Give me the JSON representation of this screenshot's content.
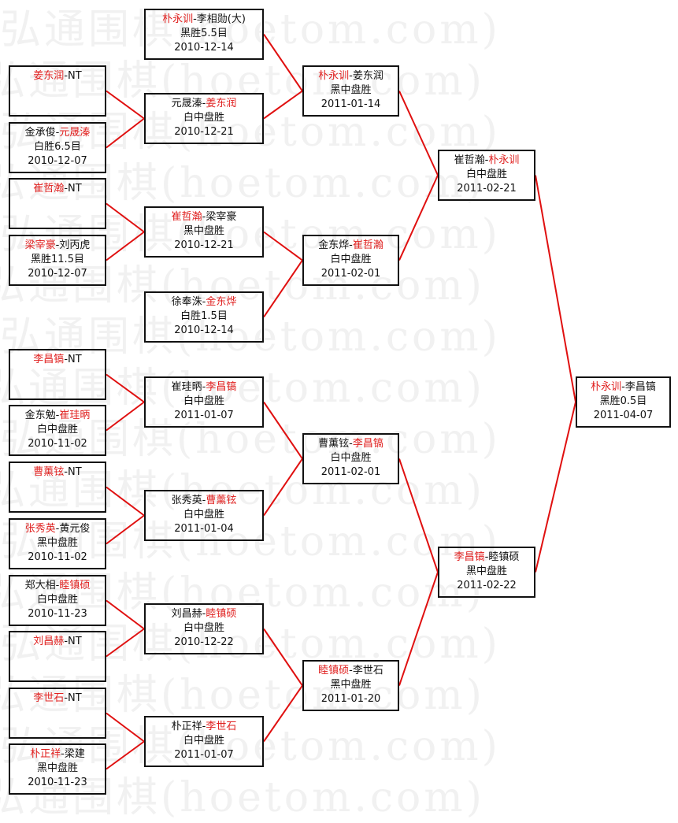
{
  "watermark": "弘通围棋(hoetom.com)",
  "colors": {
    "winner": "#e0201f",
    "line": "#e01010",
    "border": "#111111"
  },
  "rounds": [
    {
      "name": "round1",
      "matches": [
        {
          "p1": "姜东润",
          "p2": "NT",
          "winner": 1,
          "result": "",
          "date": ""
        },
        {
          "p1": "金承俊",
          "p2": "元晟溱",
          "winner": 2,
          "result": "白胜6.5目",
          "date": "2010-12-07"
        },
        {
          "p1": "崔哲瀚",
          "p2": "NT",
          "winner": 1,
          "result": "",
          "date": ""
        },
        {
          "p1": "梁宰豪",
          "p2": "刘丙虎",
          "winner": 1,
          "result": "黑胜11.5目",
          "date": "2010-12-07"
        },
        {
          "p1": "李昌镐",
          "p2": "NT",
          "winner": 1,
          "result": "",
          "date": ""
        },
        {
          "p1": "金东勉",
          "p2": "崔珪昞",
          "winner": 2,
          "result": "白中盘胜",
          "date": "2010-11-02"
        },
        {
          "p1": "曹薰铉",
          "p2": "NT",
          "winner": 1,
          "result": "",
          "date": ""
        },
        {
          "p1": "张秀英",
          "p2": "黄元俊",
          "winner": 1,
          "result": "黑中盘胜",
          "date": "2010-11-02"
        },
        {
          "p1": "郑大相",
          "p2": "睦镇硕",
          "winner": 2,
          "result": "白中盘胜",
          "date": "2010-11-23"
        },
        {
          "p1": "刘昌赫",
          "p2": "NT",
          "winner": 1,
          "result": "",
          "date": ""
        },
        {
          "p1": "李世石",
          "p2": "NT",
          "winner": 1,
          "result": "",
          "date": ""
        },
        {
          "p1": "朴正祥",
          "p2": "梁建",
          "winner": 1,
          "result": "黑中盘胜",
          "date": "2010-11-23"
        }
      ]
    },
    {
      "name": "round2",
      "matches": [
        {
          "p1": "朴永训",
          "p2": "李相勋(大)",
          "winner": 1,
          "result": "黑胜5.5目",
          "date": "2010-12-14"
        },
        {
          "p1": "元晟溱",
          "p2": "姜东润",
          "winner": 2,
          "result": "白中盘胜",
          "date": "2010-12-21"
        },
        {
          "p1": "崔哲瀚",
          "p2": "梁宰豪",
          "winner": 1,
          "result": "黑中盘胜",
          "date": "2010-12-21"
        },
        {
          "p1": "徐奉洙",
          "p2": "金东烨",
          "winner": 2,
          "result": "白胜1.5目",
          "date": "2010-12-14"
        },
        {
          "p1": "崔珪昞",
          "p2": "李昌镐",
          "winner": 2,
          "result": "白中盘胜",
          "date": "2011-01-07"
        },
        {
          "p1": "张秀英",
          "p2": "曹薰铉",
          "winner": 2,
          "result": "白中盘胜",
          "date": "2011-01-04"
        },
        {
          "p1": "刘昌赫",
          "p2": "睦镇硕",
          "winner": 2,
          "result": "白中盘胜",
          "date": "2010-12-22"
        },
        {
          "p1": "朴正祥",
          "p2": "李世石",
          "winner": 2,
          "result": "白中盘胜",
          "date": "2011-01-07"
        }
      ]
    },
    {
      "name": "round3",
      "matches": [
        {
          "p1": "朴永训",
          "p2": "姜东润",
          "winner": 1,
          "result": "黑中盘胜",
          "date": "2011-01-14"
        },
        {
          "p1": "金东烨",
          "p2": "崔哲瀚",
          "winner": 2,
          "result": "白中盘胜",
          "date": "2011-02-01"
        },
        {
          "p1": "曹薰铉",
          "p2": "李昌镐",
          "winner": 2,
          "result": "白中盘胜",
          "date": "2011-02-01"
        },
        {
          "p1": "睦镇硕",
          "p2": "李世石",
          "winner": 1,
          "result": "黑中盘胜",
          "date": "2011-01-20"
        }
      ]
    },
    {
      "name": "semifinal",
      "matches": [
        {
          "p1": "崔哲瀚",
          "p2": "朴永训",
          "winner": 2,
          "result": "白中盘胜",
          "date": "2011-02-21"
        },
        {
          "p1": "李昌镐",
          "p2": "睦镇硕",
          "winner": 1,
          "result": "黑中盘胜",
          "date": "2011-02-22"
        }
      ]
    },
    {
      "name": "final",
      "matches": [
        {
          "p1": "朴永训",
          "p2": "李昌镐",
          "winner": 1,
          "result": "黑胜0.5目",
          "date": "2011-04-07"
        }
      ]
    }
  ]
}
